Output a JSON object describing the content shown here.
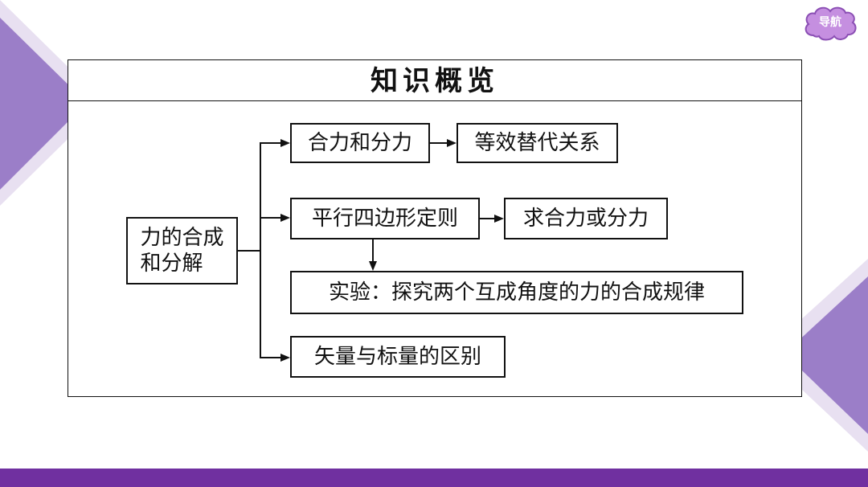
{
  "nav_button": {
    "label": "导航"
  },
  "panel": {
    "title": "知识概览"
  },
  "diagram": {
    "root": "力的合成\n和分解",
    "resultant_and_component": "合力和分力",
    "equivalent_substitution": "等效替代关系",
    "parallelogram_rule": "平行四边形定则",
    "find_resultant": "求合力或分力",
    "experiment": "实验：探究两个互成角度的力的合成规律",
    "vector_vs_scalar": "矢量与标量的区别"
  },
  "colors": {
    "accent_purple": "#7030a0",
    "light_purple": "#b09ad0",
    "mid_purple": "#8e6bbf"
  }
}
